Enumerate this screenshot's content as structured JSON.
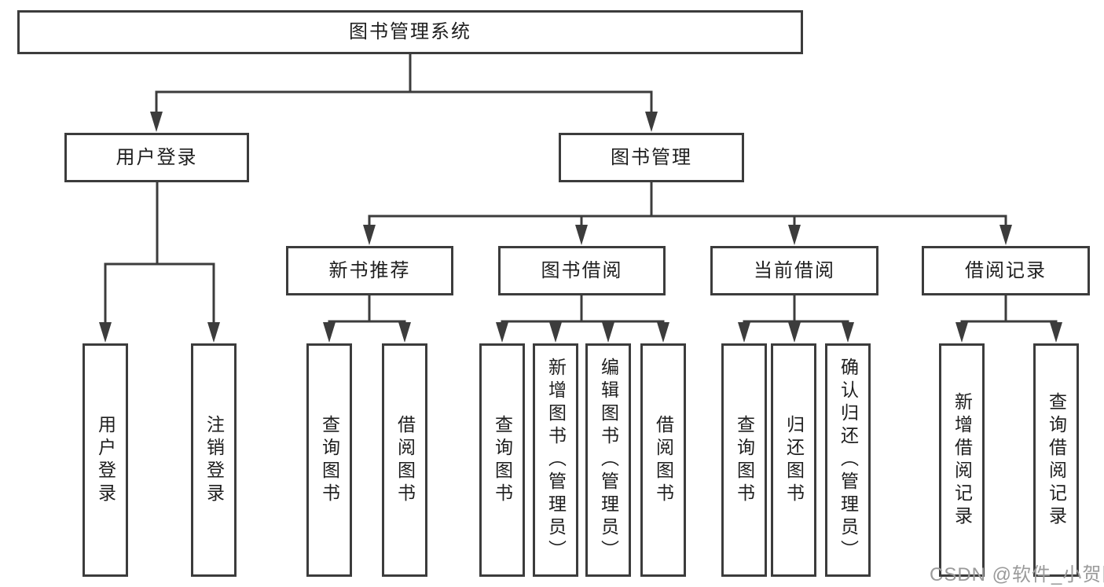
{
  "colors": {
    "line": "#3c3c3c",
    "box_border": "#3c3c3c",
    "text": "#1e1e1e",
    "watermark": "#9a9a9a",
    "background": "#ffffff"
  },
  "tree": {
    "root": "图书管理系统",
    "branches": [
      {
        "label": "用户登录",
        "children": [
          "用户登录",
          "注销登录"
        ]
      },
      {
        "label": "图书管理",
        "groups": [
          {
            "label": "新书推荐",
            "children": [
              "查询图书",
              "借阅图书"
            ]
          },
          {
            "label": "图书借阅",
            "children": [
              "查询图书",
              "新增图书（管理员）",
              "编辑图书（管理员）",
              "借阅图书"
            ]
          },
          {
            "label": "当前借阅",
            "children": [
              "查询图书",
              "归还图书",
              "确认归还（管理员）"
            ]
          },
          {
            "label": "借阅记录",
            "children": [
              "新增借阅记录",
              "查询借阅记录"
            ]
          }
        ]
      }
    ]
  },
  "watermark": {
    "text": "CSDN @软件_小贺同学"
  }
}
